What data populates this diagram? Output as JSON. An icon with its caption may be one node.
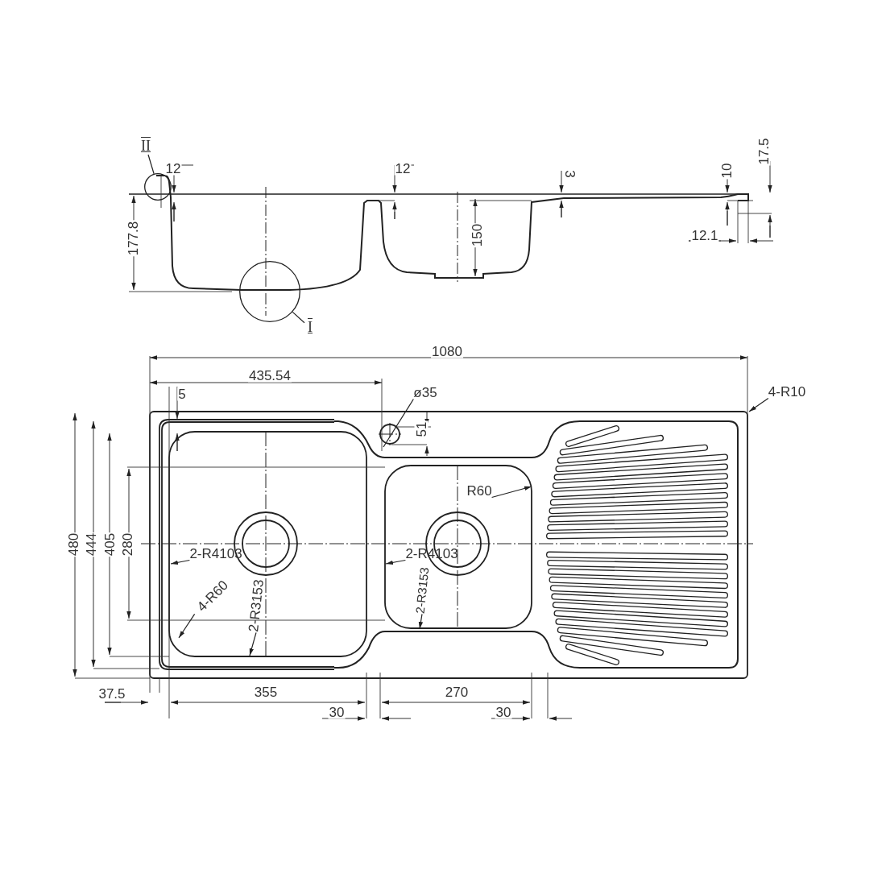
{
  "diagram": {
    "nodes": [
      {
        "text": [
          "II"
        ]
      },
      {
        "text": [],
        "shape": "circle"
      },
      {
        "text": [
          "I"
        ]
      },
      {
        "text": [],
        "shape": "circle"
      },
      {
        "text": [
          "ø35"
        ]
      },
      {
        "text": [
          "4-R10"
        ]
      },
      {
        "text": [
          "R60"
        ]
      },
      {
        "text": [
          "2-R4103"
        ]
      },
      {
        "text": [
          "2-R4103"
        ]
      },
      {
        "text": [
          "4-R60"
        ]
      },
      {
        "text": [
          "2-R3153"
        ]
      },
      {
        "text": [
          "2-R3153"
        ]
      }
    ],
    "edges": [
      {
        "from": 0,
        "to": 1,
        "arrow": "none"
      },
      {
        "from": 2,
        "to": 3,
        "arrow": "none"
      },
      {
        "from": 4,
        "to": null,
        "arrow": "none"
      },
      {
        "from": 5,
        "to": null,
        "arrow": "to"
      },
      {
        "from": 6,
        "to": null,
        "arrow": "to"
      },
      {
        "from": 7,
        "to": null,
        "arrow": "to"
      },
      {
        "from": 8,
        "to": null,
        "arrow": "to"
      },
      {
        "from": 9,
        "to": null,
        "arrow": "to"
      },
      {
        "from": 10,
        "to": null,
        "arrow": "to"
      },
      {
        "from": 11,
        "to": null,
        "arrow": "to"
      }
    ],
    "labels": [
      "12",
      "12",
      "3",
      "10",
      "17.5",
      "177.8",
      "150",
      "12.1",
      "1080",
      "435.54",
      "5",
      "51",
      "480",
      "444",
      "405",
      "280",
      "37.5",
      "355",
      "270",
      "30",
      "30"
    ]
  }
}
